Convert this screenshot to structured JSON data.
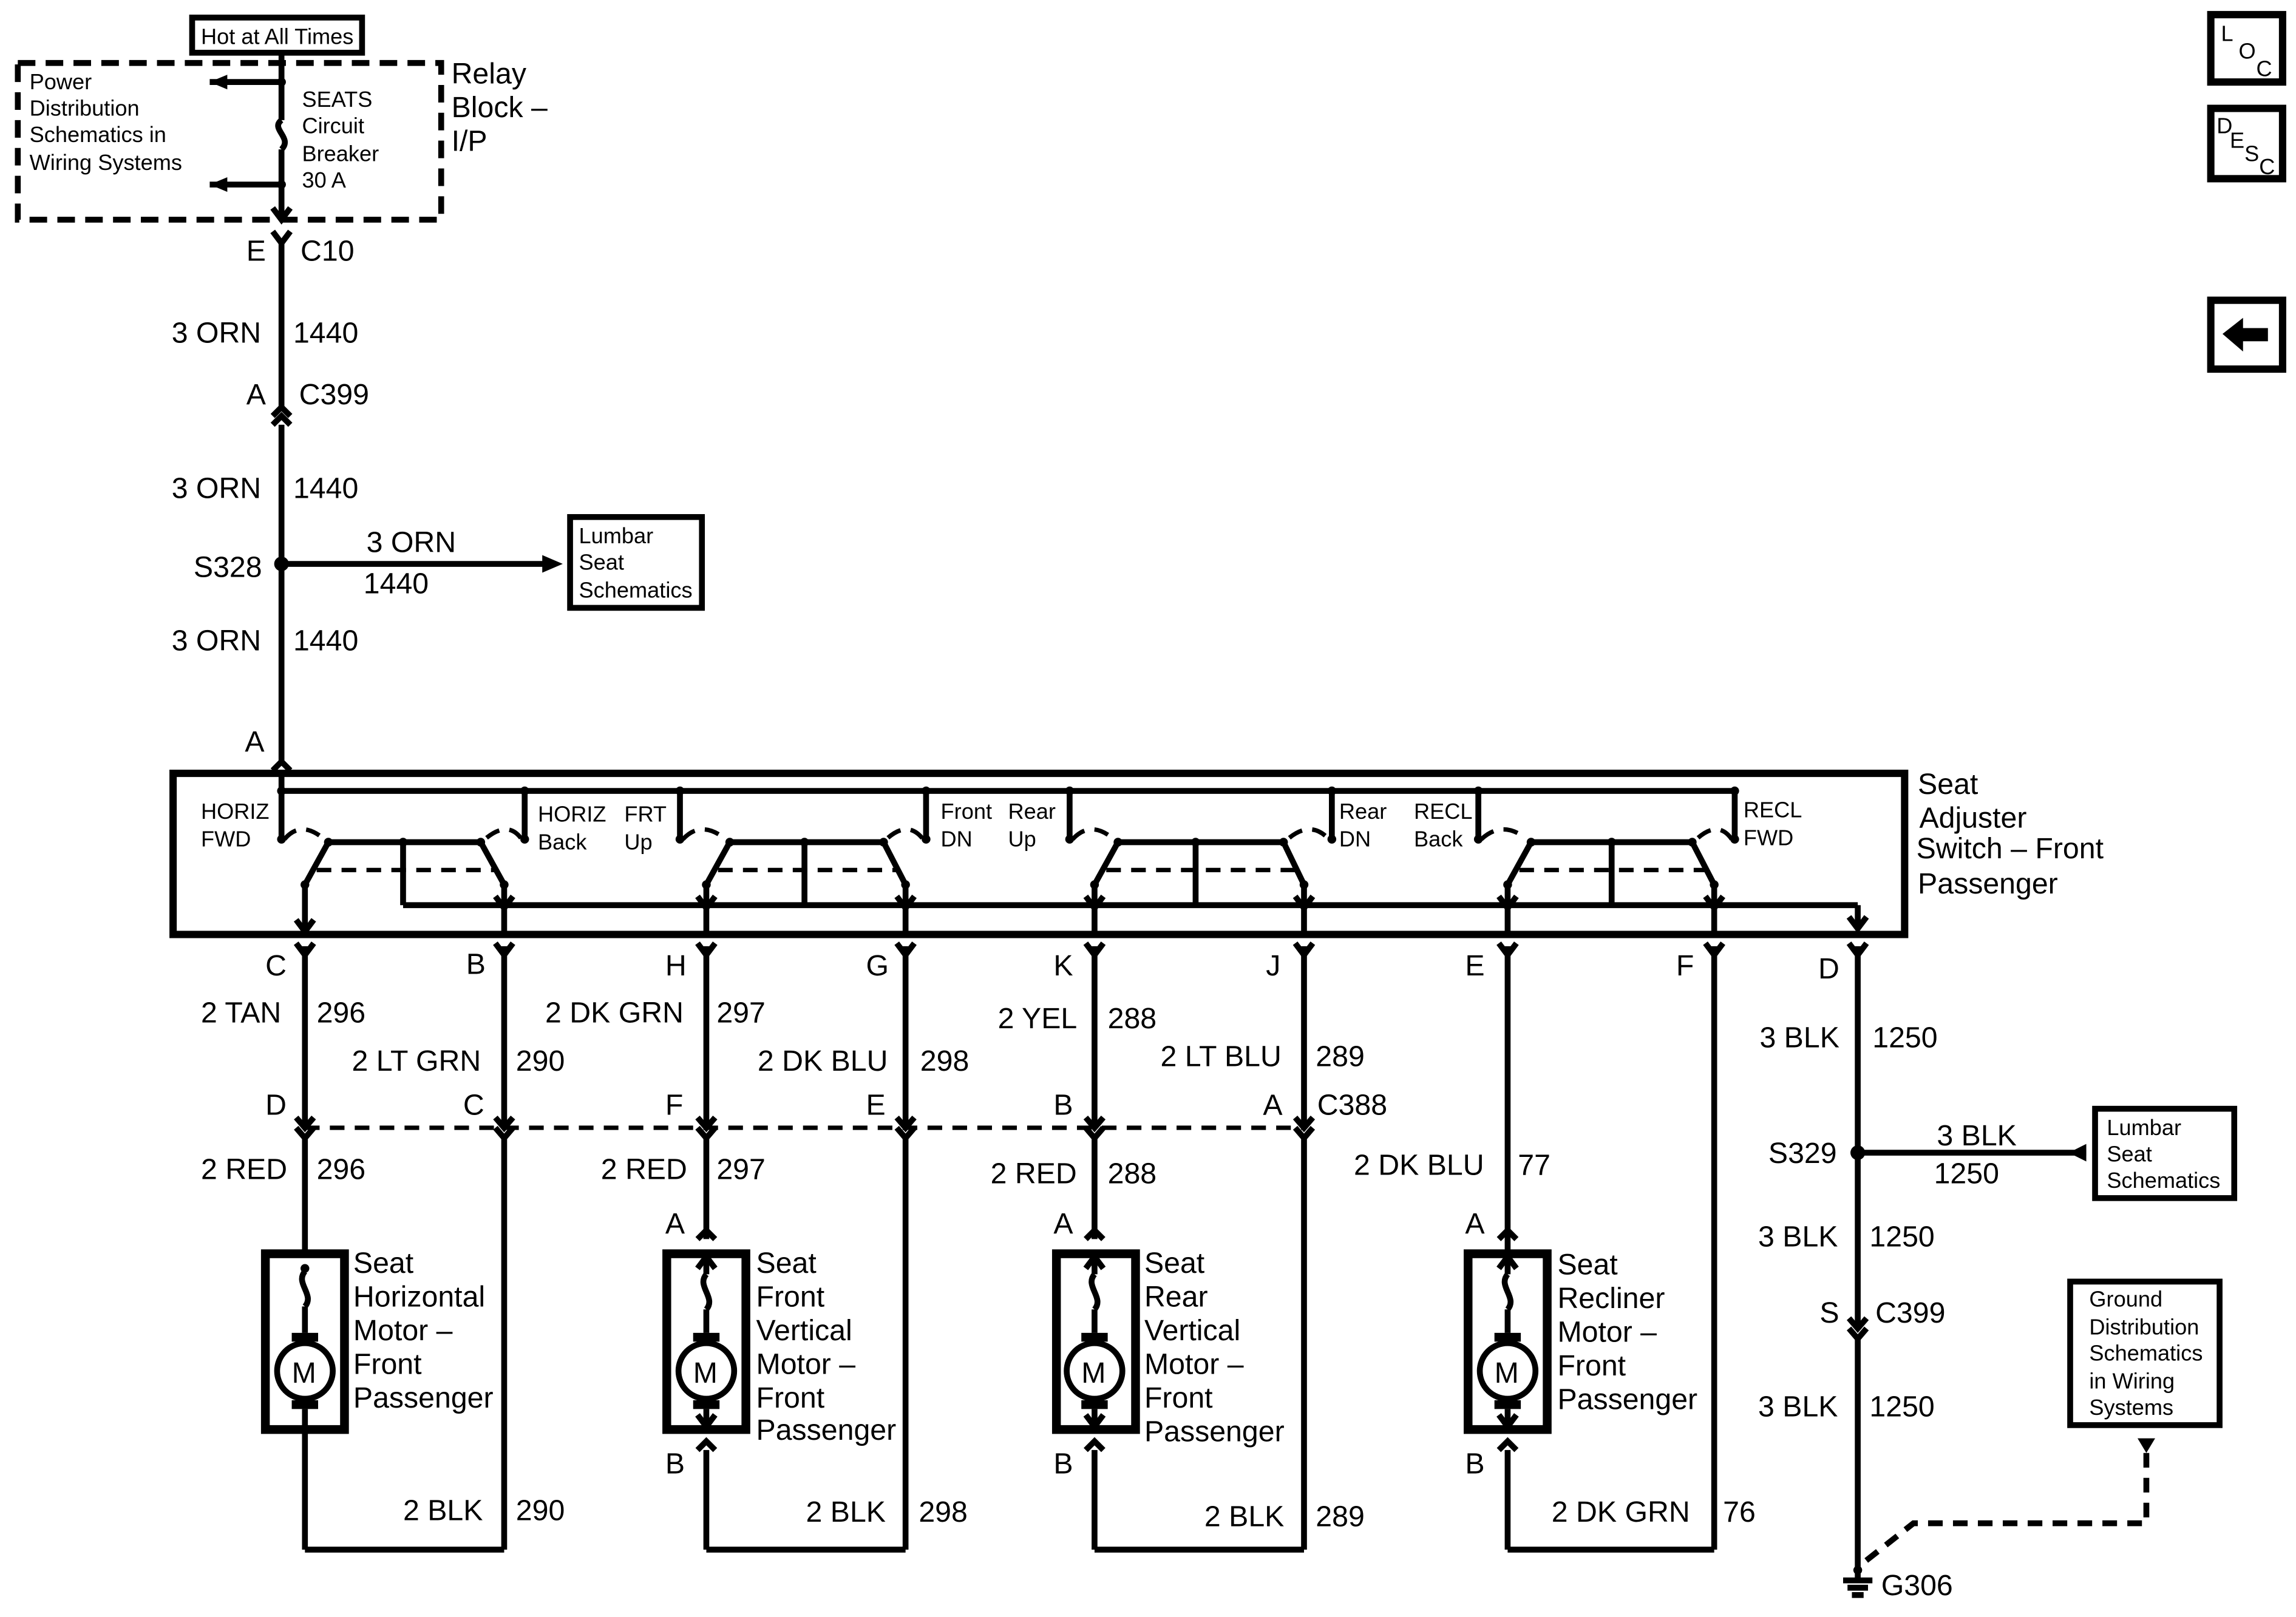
{
  "nav": {
    "loc_label": [
      "L",
      "O",
      "C"
    ],
    "desc_label": [
      "D",
      "E",
      "S",
      "C"
    ],
    "back_icon": "left-arrow-icon"
  },
  "top": {
    "hot_at_all_times": "Hot at All Times",
    "power_distribution": [
      "Power",
      "Distribution",
      "Schematics in",
      "Wiring Systems"
    ],
    "breaker": [
      "SEATS",
      "Circuit",
      "Breaker",
      "30 A"
    ],
    "relay_block": [
      "Relay",
      "Block –",
      "I/P"
    ]
  },
  "feed": {
    "e_pin": "E",
    "c10": "C10",
    "wire1_color": "3 ORN",
    "wire1_circuit": "1440",
    "a_pin": "A",
    "c399": "C399",
    "wire2_color": "3 ORN",
    "wire2_circuit": "1440",
    "s328": "S328",
    "branch_color": "3 ORN",
    "branch_circuit": "1440",
    "lumbar_top": [
      "Lumbar",
      "Seat",
      "Schematics"
    ],
    "wire3_color": "3 ORN",
    "wire3_circuit": "1440",
    "switch_pin_a": "A"
  },
  "switch": {
    "title": [
      "Seat",
      "Adjuster",
      "Switch – Front",
      "Passenger"
    ],
    "labels": {
      "horiz_fwd": [
        "HORIZ",
        "FWD"
      ],
      "horiz_back": [
        "HORIZ",
        "Back"
      ],
      "frt_up": [
        "FRT",
        "Up"
      ],
      "front_dn": [
        "Front",
        "DN"
      ],
      "rear_up": [
        "Rear",
        "Up"
      ],
      "rear_dn": [
        "Rear",
        "DN"
      ],
      "recl_back": [
        "RECL",
        "Back"
      ],
      "recl_fwd": [
        "RECL",
        "FWD"
      ]
    }
  },
  "outputs": {
    "pins": [
      "C",
      "B",
      "H",
      "G",
      "K",
      "J",
      "E",
      "F",
      "D"
    ],
    "c_color": "2 TAN",
    "c_circuit": "296",
    "b_color": "2 LT GRN",
    "b_circuit": "290",
    "h_color": "2 DK GRN",
    "h_circuit": "297",
    "g_color": "2 DK BLU",
    "g_circuit": "298",
    "k_color": "2 YEL",
    "k_circuit": "288",
    "j_color": "2 LT BLU",
    "j_circuit": "289",
    "d_color": "3 BLK",
    "d_circuit": "1250"
  },
  "c388": {
    "pins": [
      "D",
      "C",
      "F",
      "E",
      "B",
      "A"
    ],
    "name": "C388"
  },
  "lower": {
    "r1_color": "2 RED",
    "r1_circuit": "296",
    "r2_color": "2 RED",
    "r2_circuit": "297",
    "r3_color": "2 RED",
    "r3_circuit": "288",
    "r4_color": "2 DK BLU",
    "r4_circuit": "77",
    "motor_pins": [
      "A",
      "A",
      "A",
      "B",
      "B",
      "B"
    ],
    "blk1_color": "2 BLK",
    "blk1_circuit": "290",
    "blk2_color": "2 BLK",
    "blk2_circuit": "298",
    "blk3_color": "2 BLK",
    "blk3_circuit": "289",
    "grn_color": "2 DK GRN",
    "grn_circuit": "76",
    "motor_symbol": "M"
  },
  "motors": {
    "horizontal": [
      "Seat",
      "Horizontal",
      "Motor –",
      "Front",
      "Passenger"
    ],
    "front_vertical": [
      "Seat",
      "Front",
      "Vertical",
      "Motor –",
      "Front",
      "Passenger"
    ],
    "rear_vertical": [
      "Seat",
      "Rear",
      "Vertical",
      "Motor –",
      "Front",
      "Passenger"
    ],
    "recliner": [
      "Seat",
      "Recliner",
      "Motor –",
      "Front",
      "Passenger"
    ]
  },
  "ground": {
    "blk1_color": "3 BLK",
    "blk1_circuit": "1250",
    "s329": "S329",
    "branch_color": "3 BLK",
    "branch_circuit": "1250",
    "lumbar": [
      "Lumbar",
      "Seat",
      "Schematics"
    ],
    "blk2_color": "3 BLK",
    "blk2_circuit": "1250",
    "s_pin": "S",
    "c399": "C399",
    "blk3_color": "3 BLK",
    "blk3_circuit": "1250",
    "ground_dist": [
      "Ground",
      "Distribution",
      "Schematics",
      "in Wiring",
      "Systems"
    ],
    "g306": "G306"
  }
}
